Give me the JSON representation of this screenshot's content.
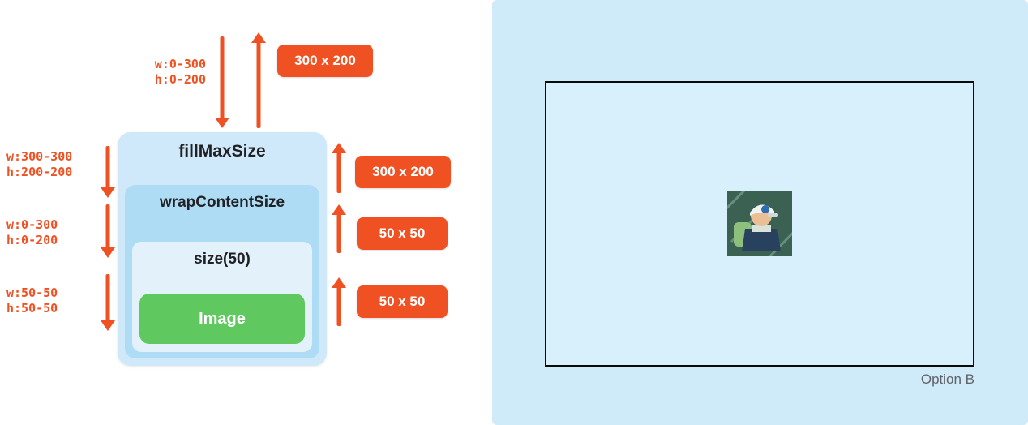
{
  "diagram": {
    "boxes": {
      "fill_max_size": "fillMaxSize",
      "wrap_content_size": "wrapContentSize",
      "size_50": "size(50)",
      "image": "Image"
    },
    "constraints": {
      "top": {
        "w": "w:0-300",
        "h": "h:0-200"
      },
      "left1": {
        "w": "w:300-300",
        "h": "h:200-200"
      },
      "left2": {
        "w": "w:0-300",
        "h": "h:0-200"
      },
      "left3": {
        "w": "w:50-50",
        "h": "h:50-50"
      }
    },
    "badges": {
      "top": "300 x 200",
      "right1": "300 x 200",
      "right2": "50 x 50",
      "right3": "50 x 50"
    }
  },
  "preview": {
    "caption": "Option B"
  },
  "colors": {
    "accent_orange": "#EF5123",
    "panel_blue": "#CFEAF9",
    "box_outer_blue": "#D0E9FA",
    "box_mid_blue": "#AFDCF5",
    "box_inner_blue": "#E3F1FB",
    "image_green": "#5FC95F"
  }
}
